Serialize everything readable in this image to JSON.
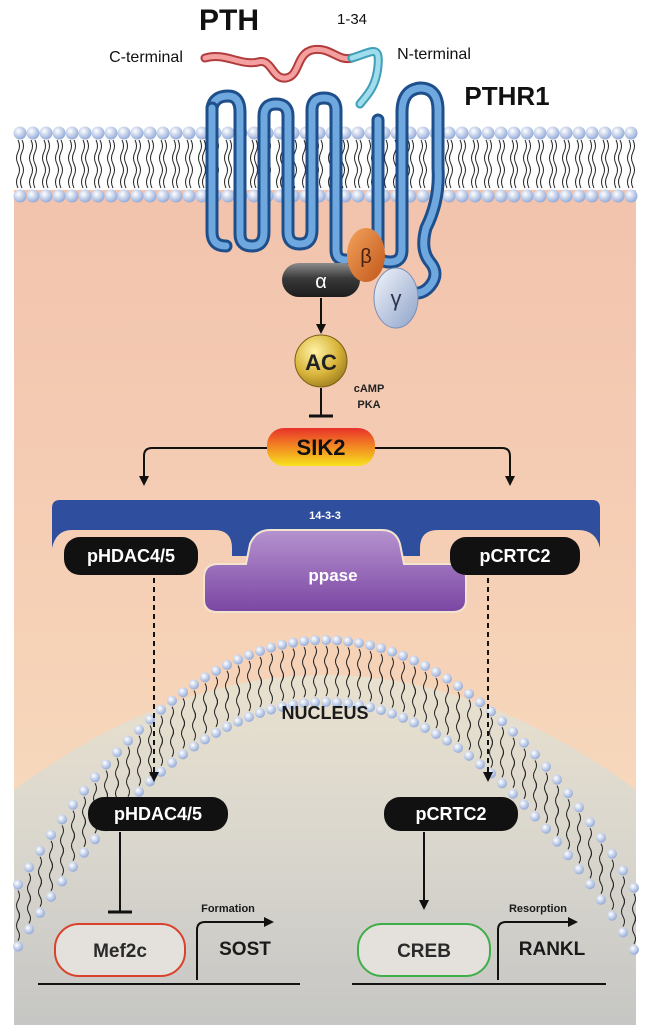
{
  "ligand": {
    "name": "PTH",
    "fragment": "1-34",
    "c_terminal": "C-terminal",
    "n_terminal": "N-terminal"
  },
  "receptor": {
    "name": "PTHR1"
  },
  "g_protein": {
    "alpha": "α",
    "beta": "β",
    "gamma": "γ"
  },
  "cyclase": {
    "label": "AC",
    "second_messenger": "cAMP",
    "kinase": "PKA"
  },
  "kinase": {
    "label": "SIK2"
  },
  "scaffold": {
    "label": "14-3-3"
  },
  "cytoplasm": {
    "left_target": "pHDAC4/5",
    "right_target": "pCRTC2",
    "phosphatase": "ppase"
  },
  "nucleus": {
    "label": "NUCLEUS",
    "left_factor": "pHDAC4/5",
    "right_factor": "pCRTC2",
    "left_tf": "Mef2c",
    "left_gene": "SOST",
    "left_process": "Formation",
    "right_tf": "CREB",
    "right_gene": "RANKL",
    "right_process": "Resorption"
  },
  "colors": {
    "receptor": "#3d7fc4",
    "pth": "#f07a7a",
    "pth_nterm": "#7fcde0",
    "scaffold": "#2f4f9e",
    "phosphatase": "#8a55b0",
    "mef2c_border": "#d9412b",
    "creb_border": "#3fae49",
    "kinase_top": "#e8312a",
    "kinase_bottom": "#f7e21e"
  }
}
